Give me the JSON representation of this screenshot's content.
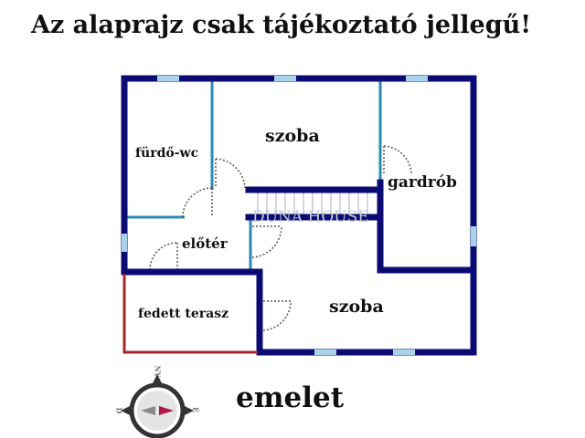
{
  "title": "Az alaprajz csak tájékoztató jellegű!",
  "rooms": {
    "furdo": "fürdő-wc",
    "szoba1": "szoba",
    "gardrob": "gardrób",
    "eloter": "előtér",
    "terasz": "fedett terasz",
    "szoba2": "szoba"
  },
  "level": "emelet",
  "watermark": "DUNA HOUSE",
  "compass": {
    "north": "NY",
    "east": "É",
    "west": "D"
  },
  "colors": {
    "wall": "#0b0b73",
    "inner_wall": "#2a8ab8",
    "terrace": "#a8262b",
    "window": "#a9d3ea"
  }
}
